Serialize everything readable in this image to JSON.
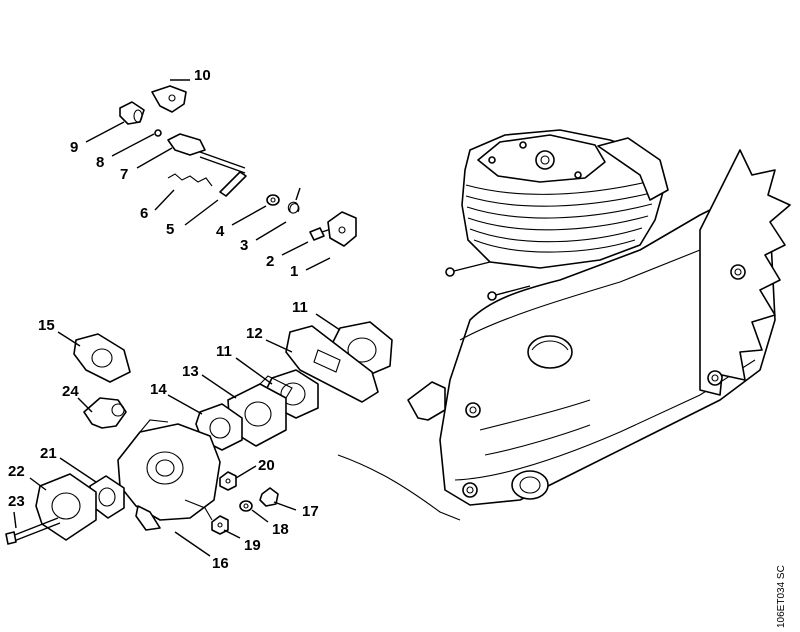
{
  "callouts": {
    "c1": "1",
    "c2": "2",
    "c3": "3",
    "c4": "4",
    "c5": "5",
    "c6": "6",
    "c7": "7",
    "c8": "8",
    "c9": "9",
    "c10": "10",
    "c11a": "11",
    "c11b": "11",
    "c12": "12",
    "c13": "13",
    "c14": "14",
    "c15": "15",
    "c16": "16",
    "c17": "17",
    "c18": "18",
    "c19": "19",
    "c20": "20",
    "c21": "21",
    "c22": "22",
    "c23": "23",
    "c24": "24"
  },
  "drawing_code": "106ET034 SC"
}
